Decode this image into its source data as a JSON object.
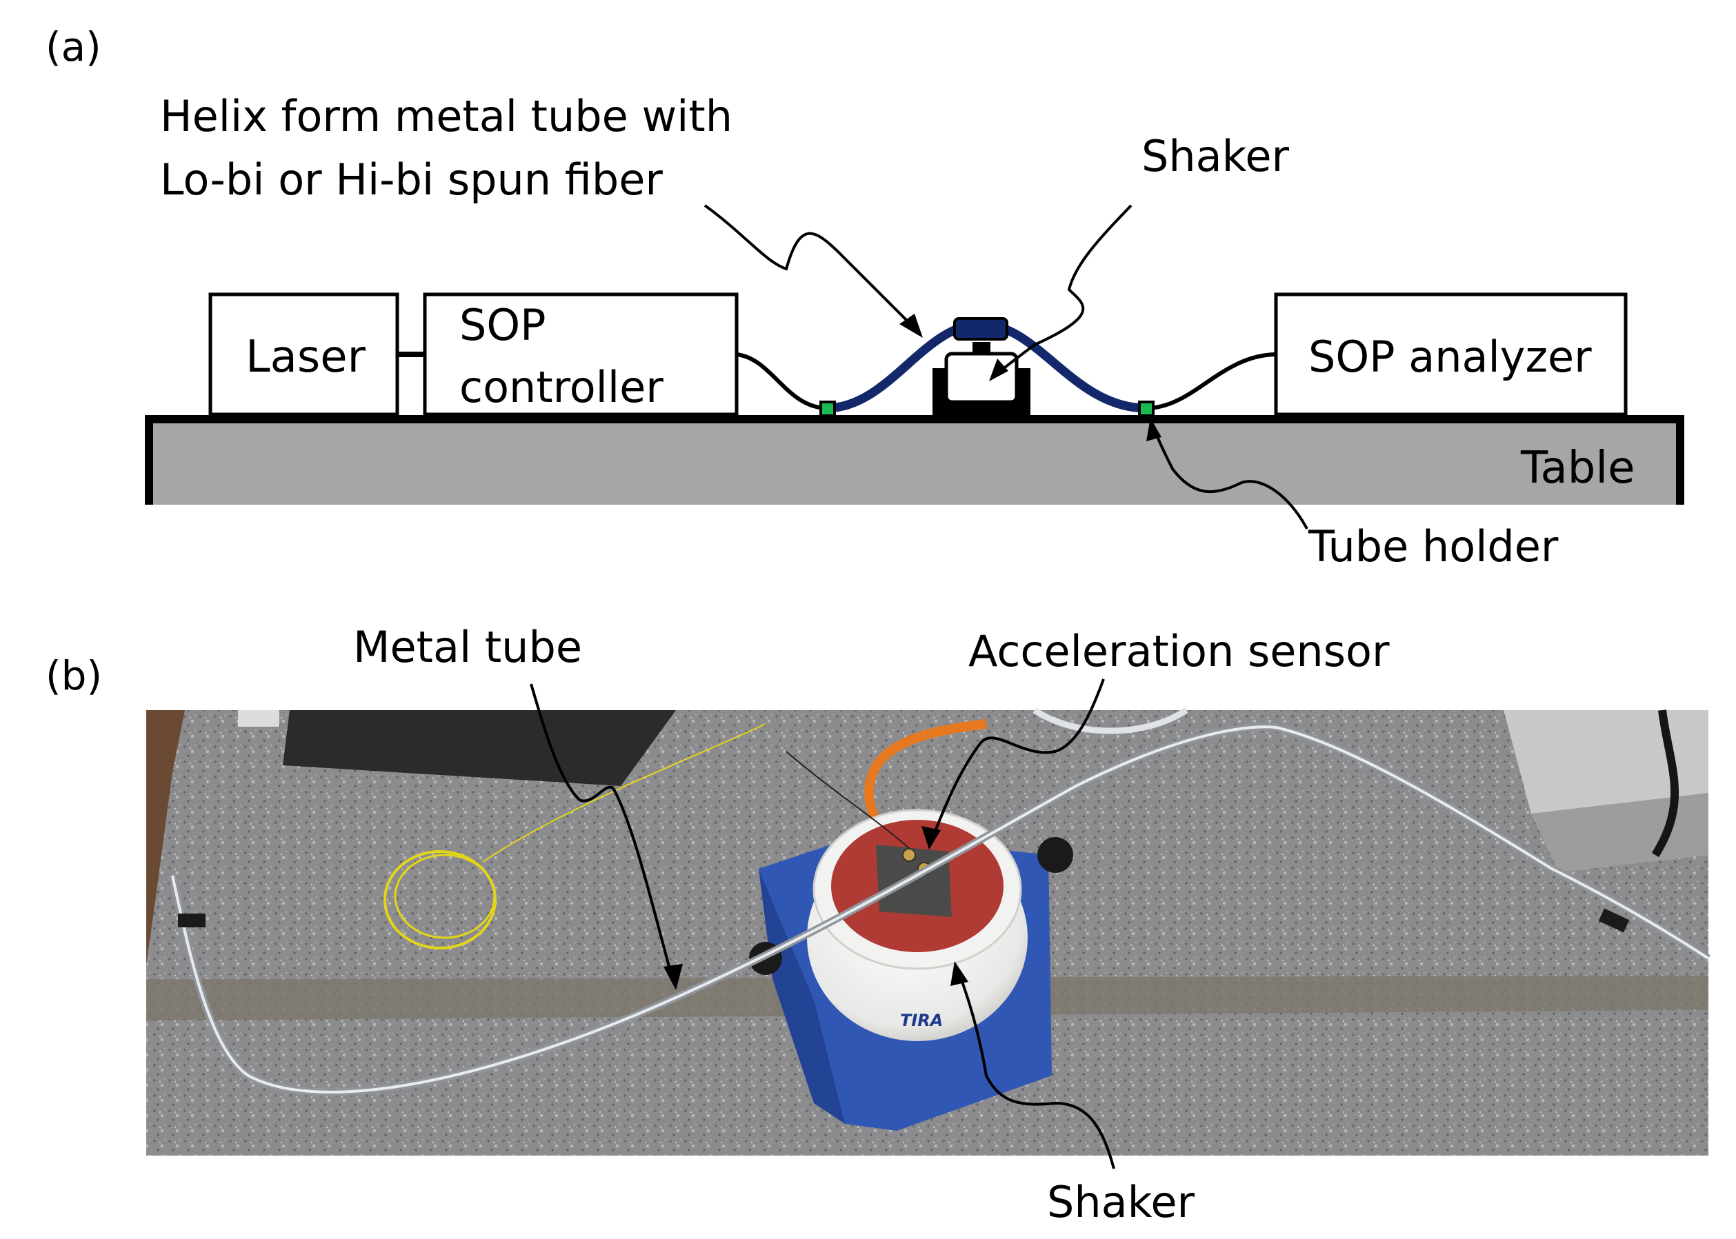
{
  "panel_a": {
    "label": "(a)",
    "helix_label_line1": "Helix form metal tube with",
    "helix_label_line2": "Lo-bi or Hi-bi spun fiber",
    "shaker_label": "Shaker",
    "laser_label": "Laser",
    "sop_controller_line1": "SOP",
    "sop_controller_line2": "controller",
    "sop_analyzer_label": "SOP analyzer",
    "table_label": "Table",
    "tube_holder_label": "Tube holder"
  },
  "panel_b": {
    "label": "(b)",
    "metal_tube_label": "Metal tube",
    "acceleration_sensor_label": "Acceleration sensor",
    "shaker_label": "Shaker",
    "shaker_brand": "TIRA"
  },
  "colors": {
    "tube": "#13286b",
    "tube_holder": "#1db954",
    "table": "#a6a6a6",
    "granite": "#8a8a8c",
    "shaker_red": "#b03a34",
    "shaker_stand": "#2f57b3",
    "fiber_yellow": "#e3d619"
  }
}
